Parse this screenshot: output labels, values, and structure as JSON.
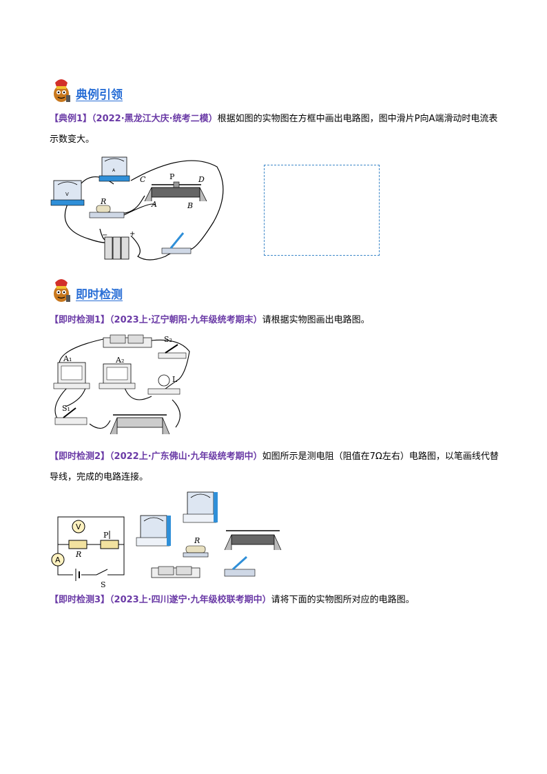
{
  "section1": {
    "title": "典例引领",
    "example1": {
      "tag": "【典例1】",
      "source": "（2022·黑龙江大庆·统考二模）",
      "text": "根据如图的实物图在方框中画出电路图，图中滑片P向A端滑动时电流表示数变大。"
    },
    "labels": {
      "c": "C",
      "p": "P",
      "d": "D",
      "a": "A",
      "b": "B",
      "r": "R",
      "minus": "−",
      "plus": "+"
    }
  },
  "section2": {
    "title": "即时检测",
    "check1": {
      "tag": "【即时检测1】",
      "source": "（2023上·辽宁朝阳·九年级统考期末）",
      "text": "请根据实物图画出电路图。",
      "labels": {
        "s2": "S₂",
        "a1": "A₁",
        "a2": "A₂",
        "l": "L",
        "s1": "S₁"
      }
    },
    "check2": {
      "tag": "【即时检测2】",
      "source": "（2022上·广东佛山·九年级统考期中）",
      "text": "如图所示是测电阻（阻值在7Ω左右）电路图，以笔画线代替导线，完成的电路连接。",
      "labels": {
        "v": "V",
        "p": "P",
        "a": "A",
        "r": "R",
        "s": "S",
        "r2": "R"
      }
    },
    "check3": {
      "tag": "【即时检测3】",
      "source": "（2023上·四川遂宁·九年级校联考期中）",
      "text": "请将下面的实物图所对应的电路图。"
    }
  },
  "colors": {
    "accent": "#2a6fd6",
    "tag": "#6a3aa6",
    "dash": "#3a86c8"
  }
}
